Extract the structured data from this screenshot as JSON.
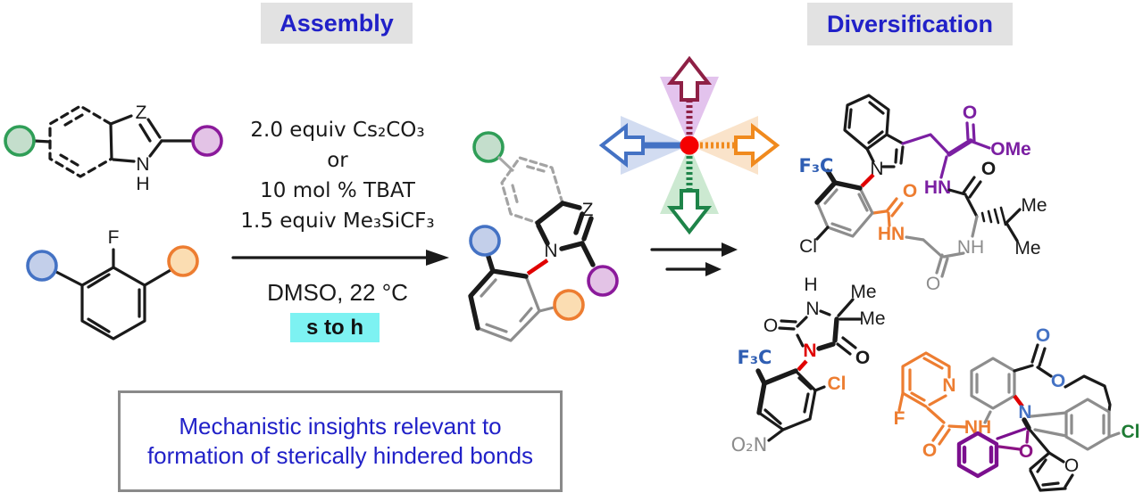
{
  "figure": {
    "assembly_label": "Assembly",
    "diversification_label": "Diversification"
  },
  "reaction": {
    "conditions_line1": "2.0 equiv Cs₂CO₃",
    "conditions_line2": "or",
    "conditions_line3": "10 mol % TBAT",
    "conditions_line4": "1.5 equiv Me₃SiCF₃",
    "solvent_temp": "DMSO, 22 °C",
    "time_range": "s to h"
  },
  "footer": {
    "line1": "Mechanistic insights relevant to",
    "line2": "formation of sterically hindered bonds"
  },
  "molecules": {
    "azole_core": {
      "z": "Z",
      "n": "N",
      "h": "H"
    },
    "fluoroarene": {
      "f": "F"
    },
    "product_core": {
      "z": "Z",
      "n": "N"
    },
    "peptide_macrocycle": {
      "n_indole": "N",
      "f3c": "F₃C",
      "cl": "Cl",
      "o_ester": "O",
      "ome": "OMe",
      "hn_ester": "HN",
      "o_valine_amide": "O",
      "me_1": "Me",
      "me_2": "Me",
      "nh_valine": "NH",
      "o_glycine": "O",
      "hn_aryl_amide": "HN",
      "o_aryl_amide": "O"
    },
    "hydantoin": {
      "h_n1": "H",
      "n1": "N",
      "me_1": "Me",
      "me_2": "Me",
      "o_c2": "O",
      "o_c4": "O",
      "n3": "N",
      "f3c": "F₃C",
      "cl": "Cl",
      "o2n": "O₂N"
    },
    "macrolactone": {
      "n_pyridine": "N",
      "f": "F",
      "o_amide": "O",
      "nh_amide": "NH",
      "n_core": "N",
      "o_carbonyl": "O",
      "o_ester": "O",
      "o_oxazole": "O",
      "o_furan": "O",
      "cl": "Cl"
    }
  },
  "colors": {
    "title_blue": "#2121C8",
    "label_background": "#E2E2E2",
    "time_highlight": "#7DF2F2",
    "new_bond_red": "#E00000",
    "substituent_green": "#2F9E57",
    "substituent_blue": "#4472C4",
    "substituent_orange": "#ED7D31",
    "substituent_purple": "#8B1A9B",
    "cf3_blue": "#2F5EB3",
    "chain_purple": "#7B1FA2",
    "arrow_maroon": "#8E2045",
    "arrow_green": "#1E8449",
    "muted_gray": "#8C8C8C",
    "cl_green": "#1E7B34"
  }
}
